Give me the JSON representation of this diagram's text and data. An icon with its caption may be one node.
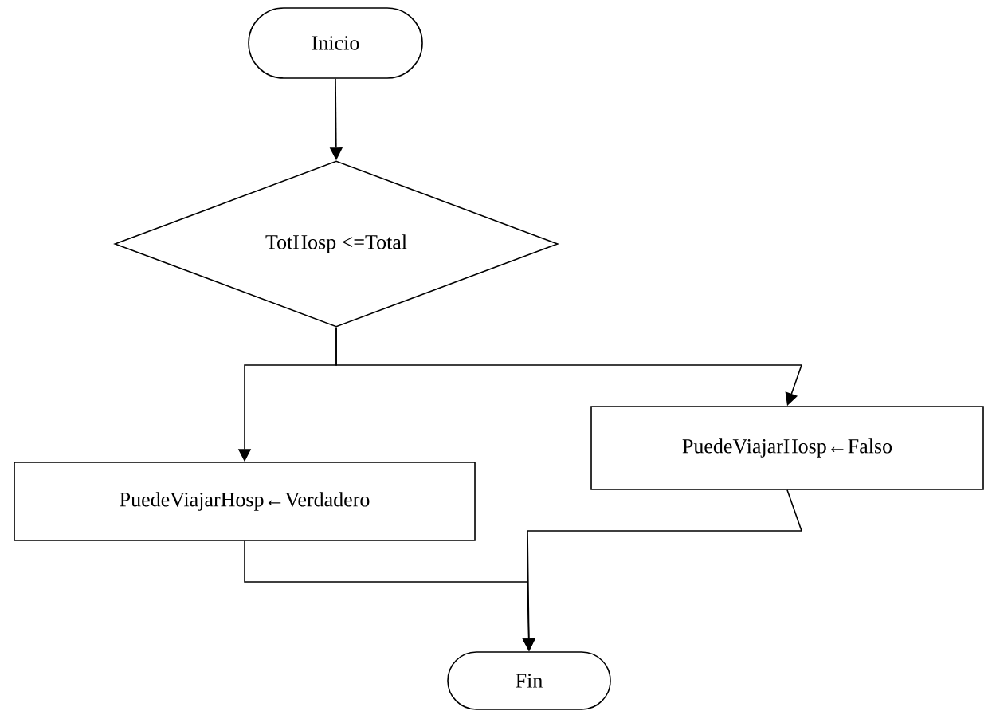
{
  "diagram": {
    "nodes": [
      {
        "text": [
          "Inicio"
        ]
      },
      {
        "text": [
          "TotHosp <=Total"
        ]
      },
      {
        "text": [
          "PuedeViajarHosp←Verdadero"
        ]
      },
      {
        "text": [
          "PuedeViajarHosp←Falso"
        ]
      },
      {
        "text": [
          "Fin"
        ]
      }
    ],
    "edges": [
      {
        "from": 0,
        "to": 1,
        "arrow": "to"
      },
      {
        "from": 1,
        "to": 2,
        "arrow": "to"
      },
      {
        "from": 1,
        "to": 3,
        "arrow": "to"
      },
      {
        "from": 2,
        "to": 4,
        "arrow": "to"
      },
      {
        "from": 3,
        "to": 4,
        "arrow": "to"
      }
    ]
  }
}
